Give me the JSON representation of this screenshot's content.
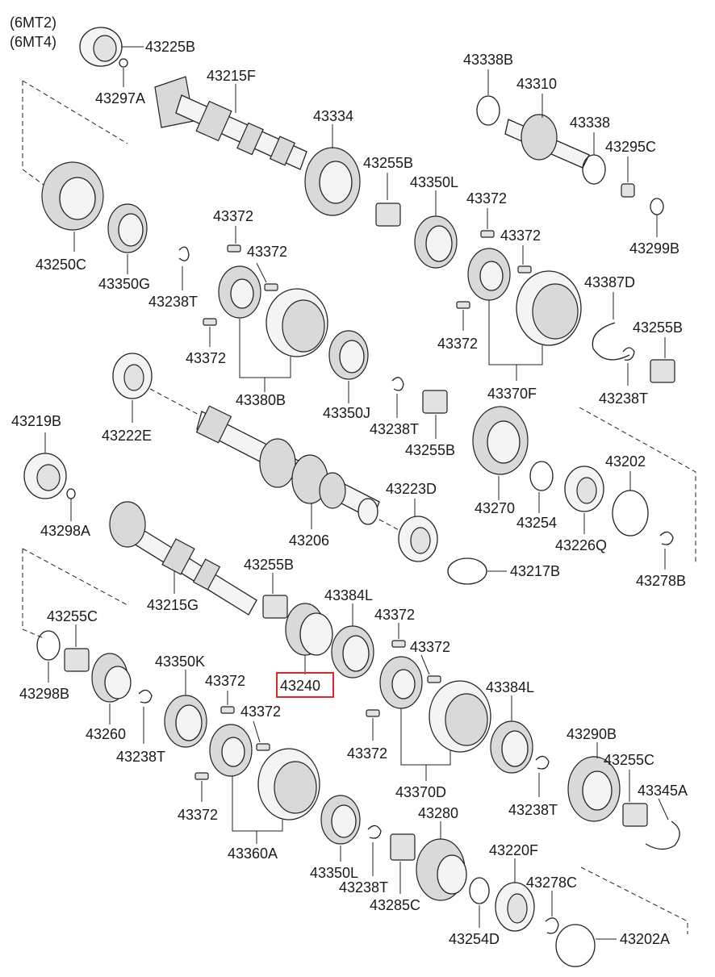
{
  "header": {
    "variant_1": "(6MT2)",
    "variant_2": "(6MT4)"
  },
  "highlight_color": "#e0262b",
  "highlighted_part": "43240",
  "labels": {
    "l43225B": "43225B",
    "l43297A": "43297A",
    "l43215F": "43215F",
    "l43334": "43334",
    "l43338B": "43338B",
    "l43310": "43310",
    "l43338": "43338",
    "l43295C": "43295C",
    "l43255B_a": "43255B",
    "l43350L_a": "43350L",
    "l43372_a": "43372",
    "l43372_b": "43372",
    "l43299B": "43299B",
    "l43250C": "43250C",
    "l43350G": "43350G",
    "l43238T_a": "43238T",
    "l43372_c": "43372",
    "l43372_d": "43372",
    "l43387D": "43387D",
    "l43372_e": "43372",
    "l43255B_b": "43255B",
    "l43372_f": "43372",
    "l43380B": "43380B",
    "l43350J": "43350J",
    "l43370F": "43370F",
    "l43238T_b": "43238T",
    "l43238T_c": "43238T",
    "l43255B_c": "43255B",
    "l43219B": "43219B",
    "l43222E": "43222E",
    "l43202": "43202",
    "l43223D": "43223D",
    "l43270": "43270",
    "l43254": "43254",
    "l43226Q": "43226Q",
    "l43206": "43206",
    "l43298A": "43298A",
    "l43278B": "43278B",
    "l43217B": "43217B",
    "l43255B_d": "43255B",
    "l43215G": "43215G",
    "l43384L_a": "43384L",
    "l43255C_a": "43255C",
    "l43372_g": "43372",
    "l43372_h": "43372",
    "l43240": "43240",
    "l43298B": "43298B",
    "l43350K": "43350K",
    "l43372_i": "43372",
    "l43384L_b": "43384L",
    "l43372_j": "43372",
    "l43260": "43260",
    "l43290B": "43290B",
    "l43372_k": "43372",
    "l43238T_d": "43238T",
    "l43255C_b": "43255C",
    "l43370D": "43370D",
    "l43345A": "43345A",
    "l43372_l": "43372",
    "l43238T_e": "43238T",
    "l43280": "43280",
    "l43360A": "43360A",
    "l43220F": "43220F",
    "l43350L_b": "43350L",
    "l43278C": "43278C",
    "l43238T_f": "43238T",
    "l43285C": "43285C",
    "l43254D": "43254D",
    "l43202A": "43202A"
  }
}
